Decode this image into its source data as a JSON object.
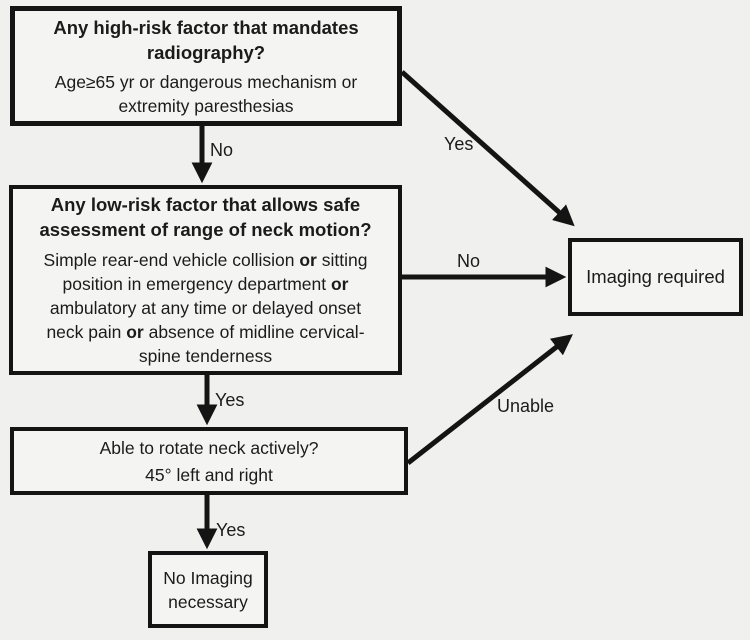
{
  "diagram": {
    "bg_color": "#f0f0ee",
    "box_fill": "#f4f4f2",
    "line_color": "#141414",
    "text_color": "#1b1b1b",
    "boxes": {
      "high_risk": {
        "title_lines": [
          "Any high-risk factor that mandates",
          "radiography?"
        ],
        "body_lines": [
          [
            {
              "t": "Age≥65 yr or dangerous mechanism or"
            }
          ],
          [
            {
              "t": "extremity paresthesias"
            }
          ]
        ]
      },
      "low_risk": {
        "title_lines": [
          "Any low-risk factor that allows safe",
          "assessment of range of neck motion?"
        ],
        "body_lines": [
          [
            {
              "t": "Simple rear-end vehicle collision "
            },
            {
              "t": "or",
              "b": true
            },
            {
              "t": " sitting"
            }
          ],
          [
            {
              "t": "position in emergency department "
            },
            {
              "t": "or",
              "b": true
            }
          ],
          [
            {
              "t": "ambulatory at any time or delayed onset"
            }
          ],
          [
            {
              "t": "neck pain "
            },
            {
              "t": "or",
              "b": true
            },
            {
              "t": " absence of midline cervical-"
            }
          ],
          [
            {
              "t": "spine tenderness"
            }
          ]
        ]
      },
      "rotate_neck": {
        "body_lines": [
          [
            {
              "t": "Able to rotate neck actively?"
            }
          ],
          [
            {
              "t": "45° left and right"
            }
          ]
        ]
      },
      "imaging_required": {
        "label": "Imaging required"
      },
      "no_imaging": {
        "body_lines": [
          [
            {
              "t": "No Imaging"
            }
          ],
          [
            {
              "t": "necessary"
            }
          ]
        ]
      }
    },
    "edge_labels": {
      "high_no": "No",
      "high_yes": "Yes",
      "low_no": "No",
      "low_yes": "Yes",
      "rotate_unable": "Unable",
      "rotate_yes": "Yes"
    }
  }
}
